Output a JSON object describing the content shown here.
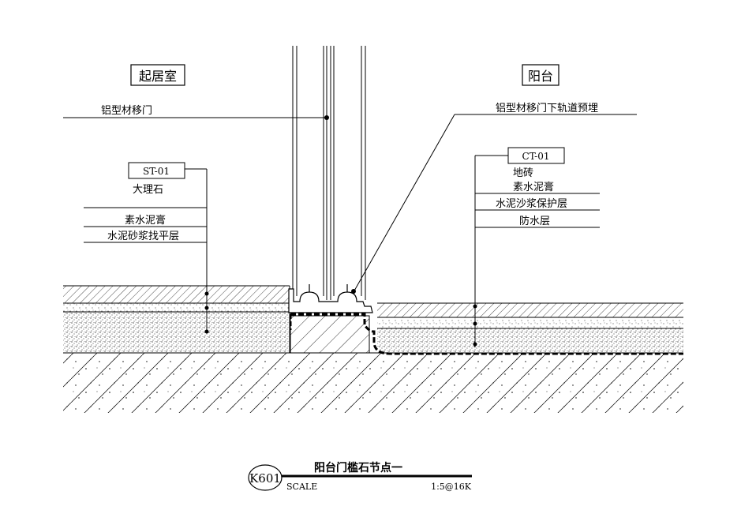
{
  "rooms": {
    "living_room": "起居室",
    "balcony": "阳台"
  },
  "left_labels": {
    "door": "铝型材移门",
    "material_code": "ST-01",
    "material_name": "大理石",
    "layer1": "素水泥膏",
    "layer2": "水泥砂浆找平层"
  },
  "right_labels": {
    "rail": "铝型材移门下轨道预埋",
    "material_code": "CT-01",
    "material_name": "地砖",
    "layer1": "素水泥膏",
    "layer2": "水泥沙浆保护层",
    "layer3": "防水层"
  },
  "title_block": {
    "number": "K601",
    "title": "阳台门槛石节点一",
    "scale_label": "SCALE",
    "scale_value": "1:5@16K"
  }
}
